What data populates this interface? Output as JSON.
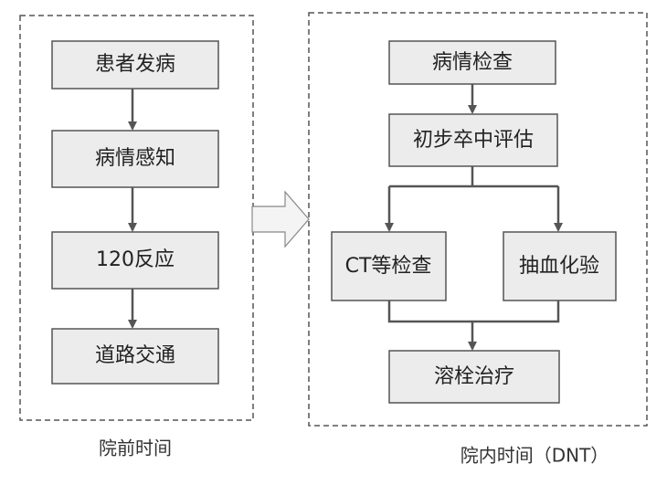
{
  "colors": {
    "box_fill": "#ececec",
    "box_stroke": "#555555",
    "arrow": "#555555",
    "dashed": "#555555",
    "big_arrow_fill": "#f4f4f4",
    "big_arrow_stroke": "#888888"
  },
  "pre_hospital": {
    "caption": "院前时间",
    "steps": [
      "患者发病",
      "病情感知",
      "120反应",
      "道路交通"
    ]
  },
  "in_hospital": {
    "caption": "院内时间（DNT）",
    "check": "病情检查",
    "assess": "初步卒中评估",
    "ct": "CT等检查",
    "blood": "抽血化验",
    "treatment": "溶栓治疗"
  }
}
